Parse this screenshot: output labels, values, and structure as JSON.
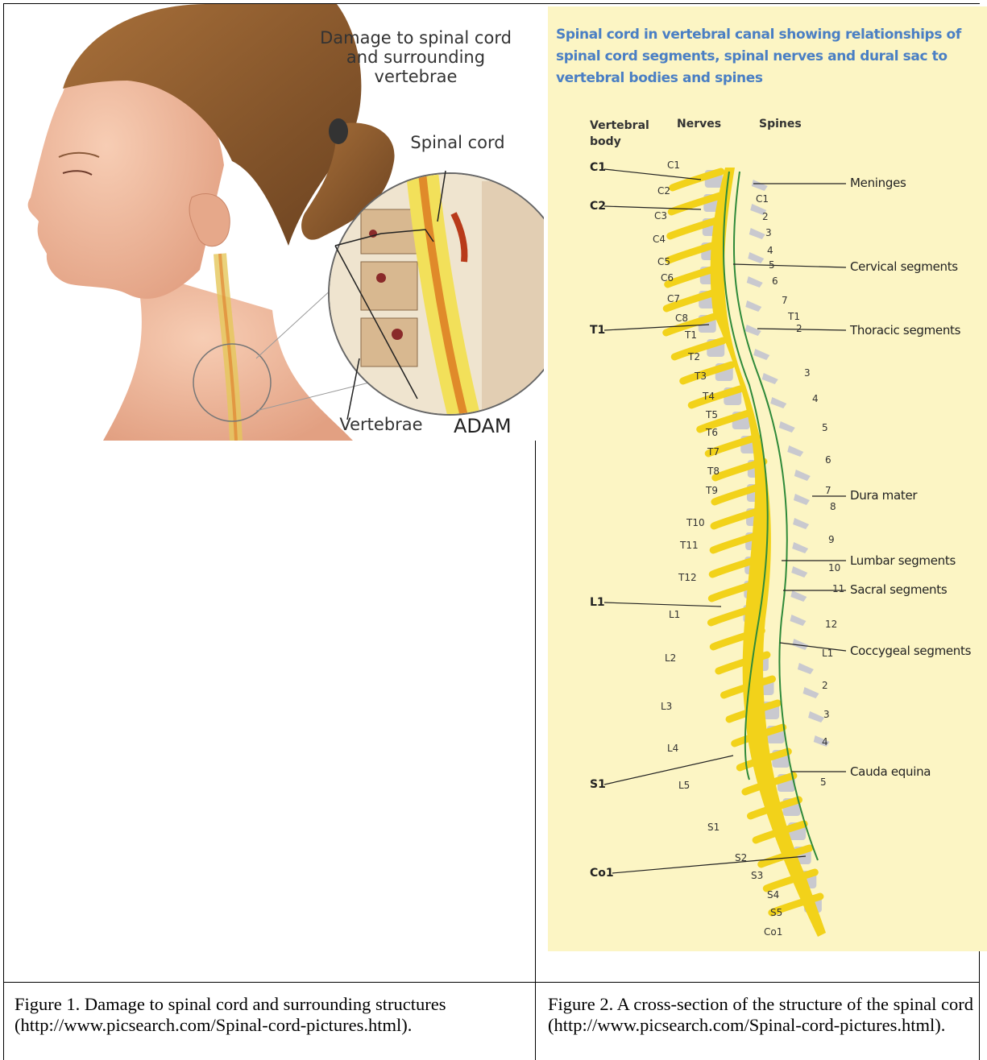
{
  "figure1": {
    "image_title": "Damage to spinal cord and surrounding vertebrae",
    "label_spinal_cord": "Spinal cord",
    "label_vertebrae": "Vertebrae",
    "logo": "ADAM",
    "caption": "Figure 1. Damage to spinal cord and surrounding structures (http://www.picsearch.com/Spinal-cord-pictures.html)."
  },
  "figure2": {
    "title": "Spinal cord in vertebral canal showing relationships of spinal cord segments, spinal nerves and dural sac to vertebral bodies and spines",
    "col_vertebral_body": "Vertebral body",
    "col_nerves": "Nerves",
    "col_spines": "Spines",
    "left_labels": [
      "C1",
      "C2",
      "T1",
      "L1",
      "S1",
      "Co1"
    ],
    "right_labels": [
      "Meninges",
      "Cervical segments",
      "Thoracic segments",
      "Dura mater",
      "Lumbar segments",
      "Sacral segments",
      "Coccygeal segments",
      "Cauda equina"
    ],
    "nerve_labels": [
      "C1",
      "C2",
      "C3",
      "C4",
      "C5",
      "C6",
      "C7",
      "C8",
      "T1",
      "T2",
      "T3",
      "T4",
      "T5",
      "T6",
      "T7",
      "T8",
      "T9",
      "T10",
      "T11",
      "T12",
      "L1",
      "L2",
      "L3",
      "L4",
      "L5",
      "S1",
      "S2",
      "S3",
      "S4",
      "S5",
      "Co1"
    ],
    "spine_labels": [
      "C1",
      "2",
      "3",
      "4",
      "5",
      "6",
      "7",
      "T1",
      "2",
      "3",
      "4",
      "5",
      "6",
      "7",
      "8",
      "9",
      "10",
      "11",
      "12",
      "L1",
      "2",
      "3",
      "4",
      "5"
    ],
    "caption": "Figure 2. A cross-section of the structure of the spinal cord (http://www.picsearch.com/Spinal-cord-pictures.html)."
  },
  "colors": {
    "title_blue": "#4a7fc4",
    "panel_bg": "#fcf5c4",
    "nerve_yellow": "#f2d21a",
    "bone_gray": "#c8c8cc",
    "dura_green": "#3a8a3a"
  }
}
